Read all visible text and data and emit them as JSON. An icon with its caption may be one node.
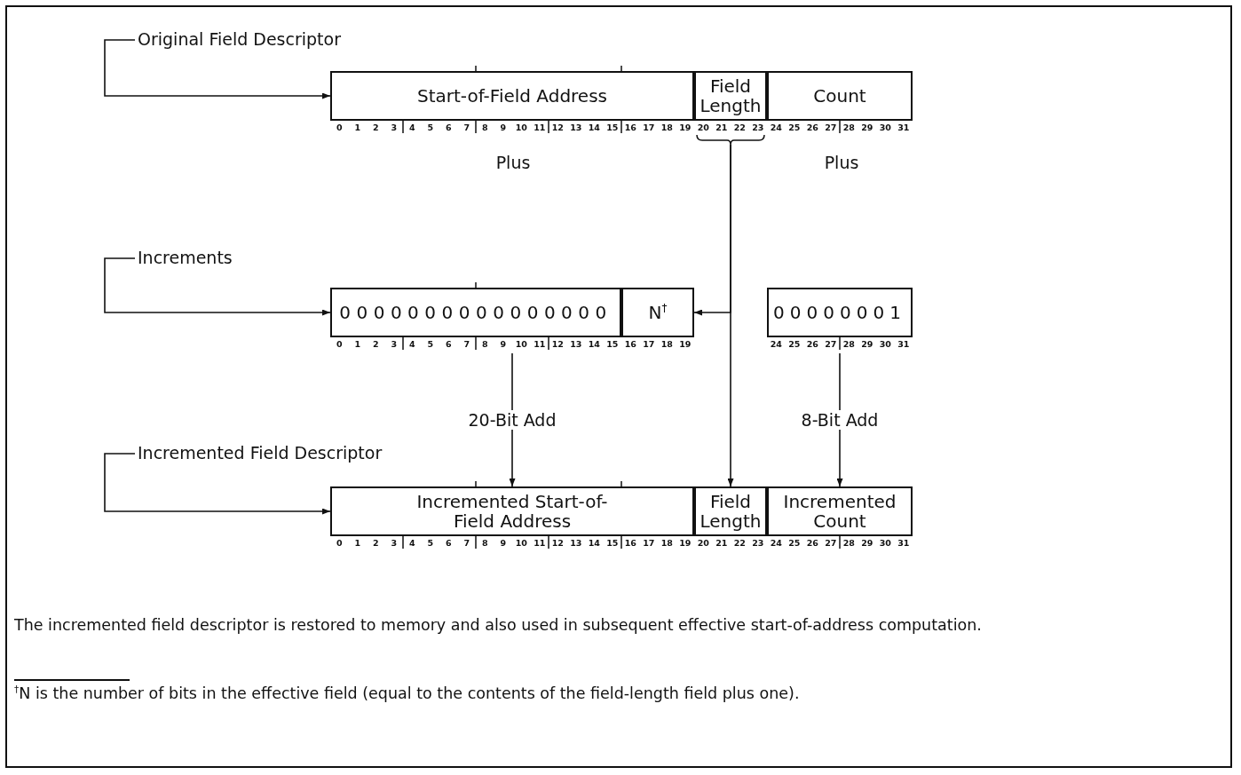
{
  "diagram": {
    "nodes": [
      {
        "text": [
          "Original Field Descriptor"
        ]
      },
      {
        "text": [
          "Start-of-Field Address"
        ],
        "beside": [
          "0 1 2 3 4 5 6 7 8 9 10 11 12 13 14 15 16 17 18 19"
        ]
      },
      {
        "text": [
          "Field Length"
        ],
        "beside": [
          "20 21 22 23"
        ]
      },
      {
        "text": [
          "Count"
        ],
        "beside": [
          "24 25 26 27 28 29 30 31"
        ]
      },
      {
        "text": [
          "Increments"
        ]
      },
      {
        "text": [
          "0000000000000000"
        ],
        "beside": [
          "0 1 2 3 4 5 6 7 8 9 10 11 12 13 14 15"
        ]
      },
      {
        "text": [
          "N$^{†}$"
        ],
        "beside": [
          "16 17 18 19"
        ]
      },
      {
        "text": [
          "00000001"
        ],
        "beside": [
          "24 25 26 27 28 29 30 31"
        ]
      },
      {
        "text": [
          "Incremented Field Descriptor"
        ]
      },
      {
        "text": [
          "Incremented Start-of-Field Address"
        ],
        "beside": [
          "0 1 2 3 4 5 6 7 8 9 10 11 12 13 14 15 16 17 18 19"
        ]
      },
      {
        "text": [
          "Field Length"
        ],
        "beside": [
          "20 21 22 23"
        ]
      },
      {
        "text": [
          "Incremented Count"
        ],
        "beside": [
          "24 25 26 27 28 29 30 31"
        ]
      }
    ],
    "edges": [
      {
        "from": 0,
        "to": 1,
        "arrow": "to"
      },
      {
        "from": 4,
        "to": 5,
        "arrow": "to"
      },
      {
        "from": 8,
        "to": 9,
        "arrow": "to"
      },
      {
        "from": 2,
        "to": 6,
        "arrow": "to"
      },
      {
        "from": 2,
        "to": 10,
        "arrow": "to"
      },
      {
        "from": 5,
        "to": 9,
        "arrow": "to",
        "label": "20-Bit Add"
      },
      {
        "from": 7,
        "to": 11,
        "arrow": "to",
        "label": "8-Bit Add"
      }
    ],
    "labels": [
      "Plus",
      "Plus",
      "The incremented field descriptor is restored to memory and also used in subsequent effective start-of-address computation.",
      "$^{†}$N is the number of bits in the effective field (equal to the contents of the field-length field plus one)."
    ]
  }
}
